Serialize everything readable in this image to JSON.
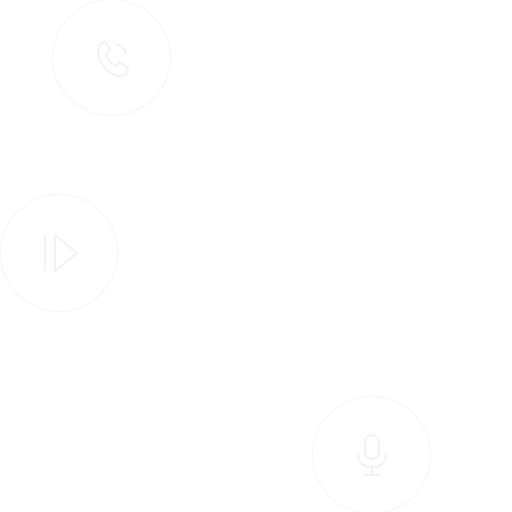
{
  "screen": {
    "background_color": "#ffffff",
    "buttons": [
      {
        "id": "call",
        "icon": "phone-icon",
        "color": "#f4f4f4"
      },
      {
        "id": "play",
        "icon": "play-icon",
        "color": "#f4f4f4"
      },
      {
        "id": "mic",
        "icon": "microphone-icon",
        "color": "#f4f4f4"
      }
    ]
  }
}
